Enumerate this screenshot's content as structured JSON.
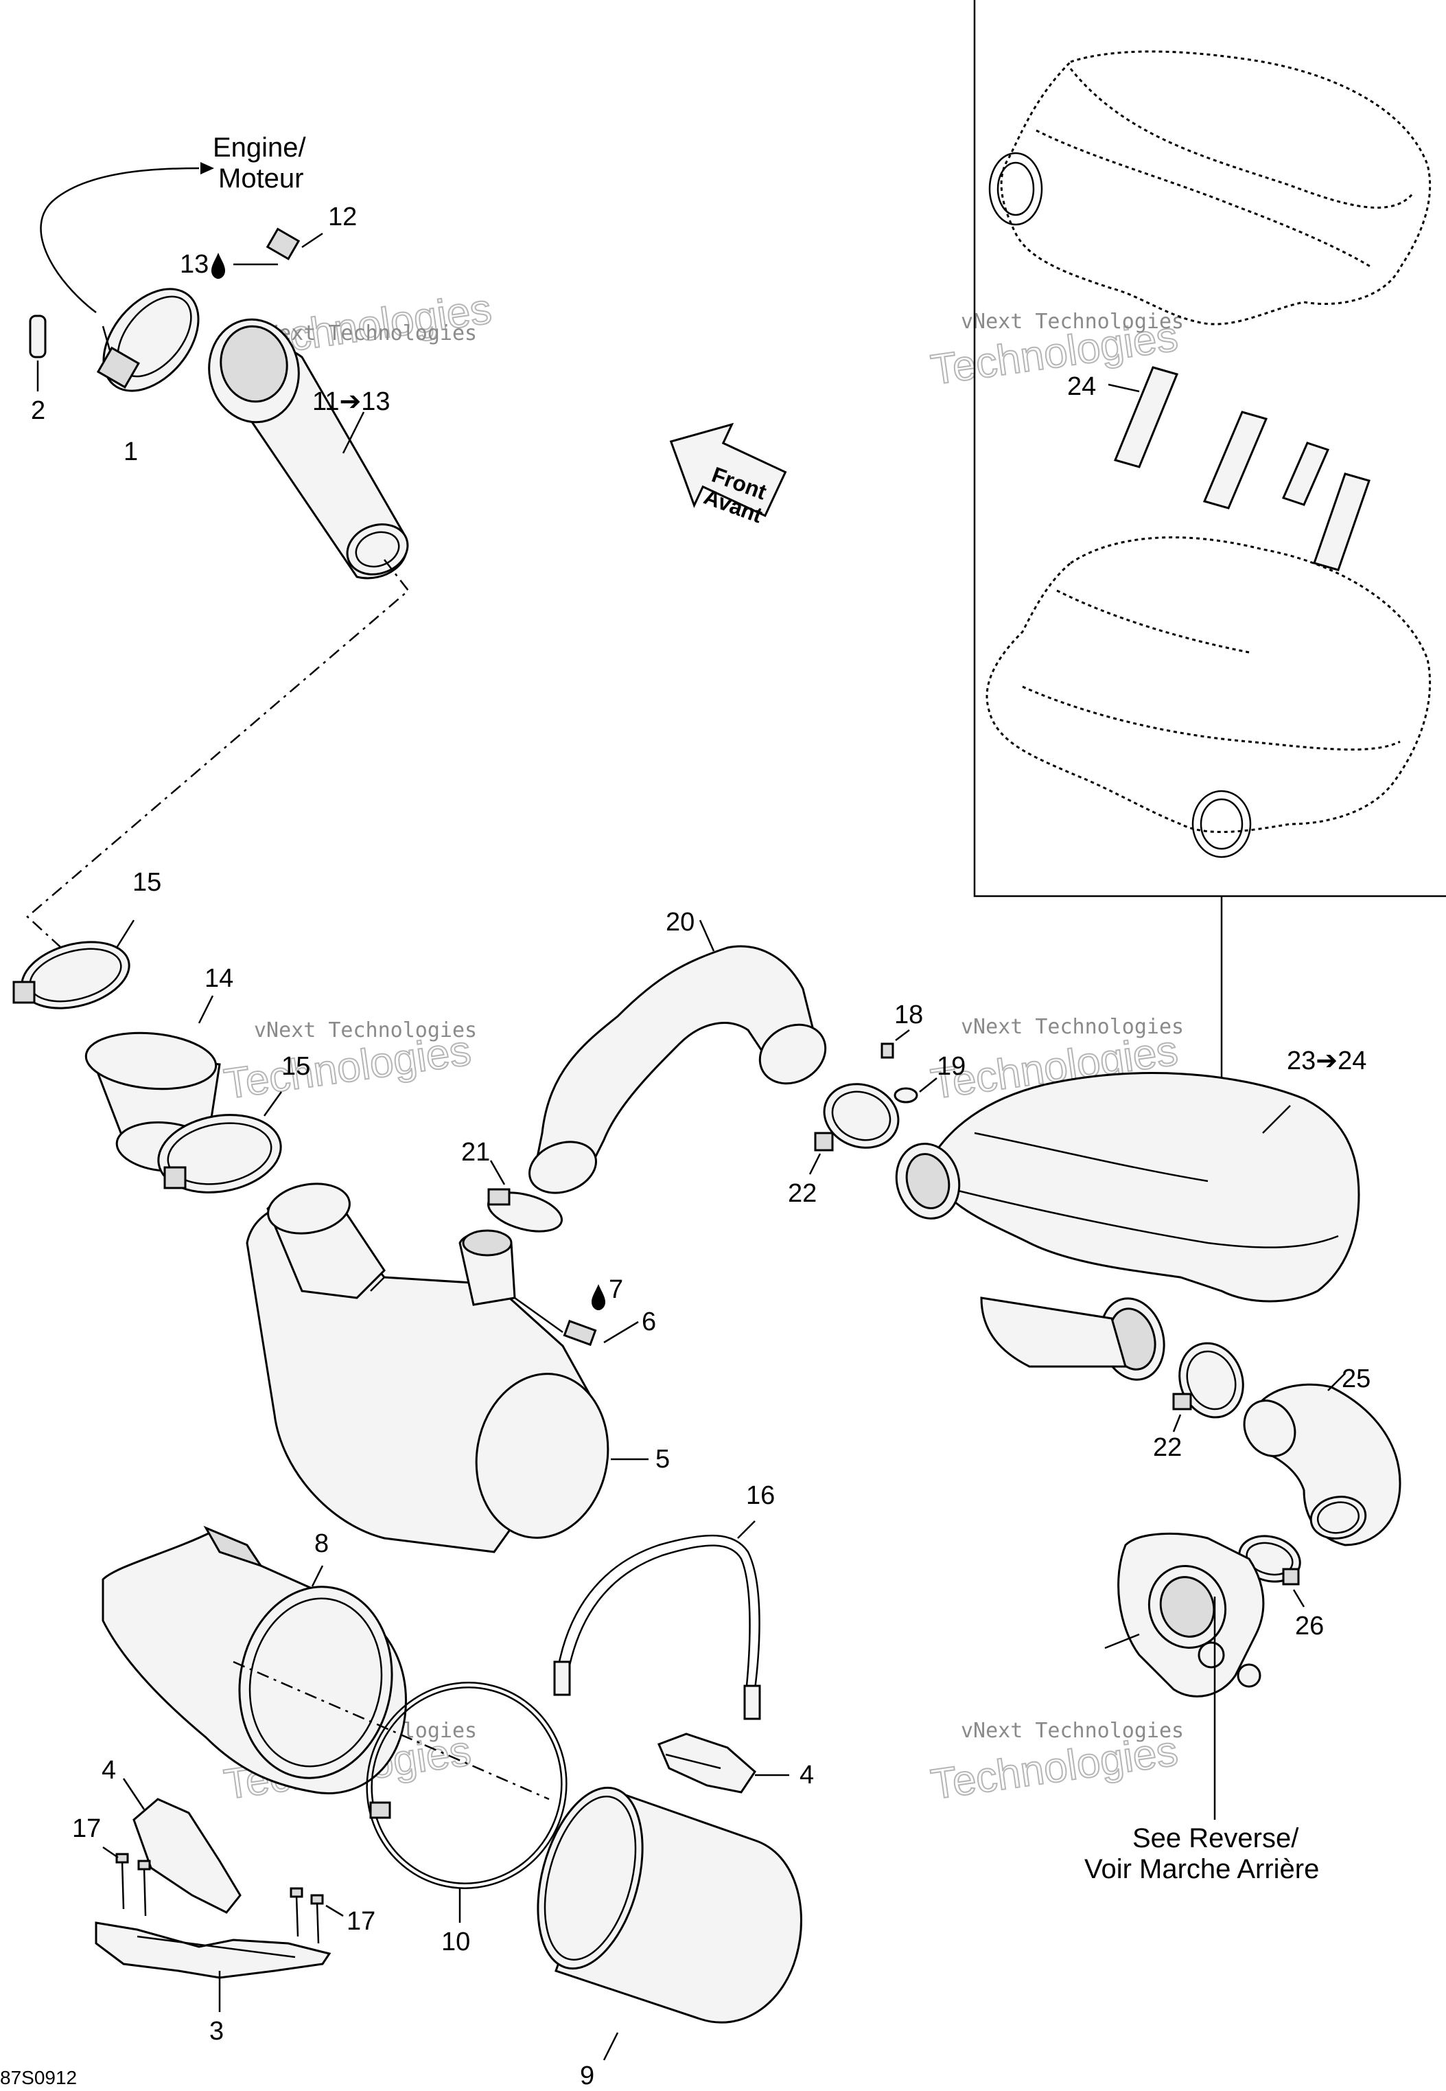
{
  "diagram": {
    "engine_label_line1": "Engine/",
    "engine_label_line2": "Moteur",
    "front_line1": "Front",
    "front_line2": "Avant",
    "see_reverse_line1": "See Reverse/",
    "see_reverse_line2": "Voir Marche Arrière",
    "figure_code": "87S0912",
    "watermark_line1": "vNext Technologies",
    "watermark_line2": "Technologies"
  },
  "callouts": {
    "p1": "1",
    "p2": "2",
    "p3": "3",
    "p4a": "4",
    "p4b": "4",
    "p5": "5",
    "p6": "6",
    "p7": "7",
    "p8": "8",
    "p9": "9",
    "p10": "10",
    "p11": "11➔13",
    "p12": "12",
    "p13": "13",
    "p14": "14",
    "p15a": "15",
    "p15b": "15",
    "p16": "16",
    "p17a": "17",
    "p17b": "17",
    "p18": "18",
    "p19": "19",
    "p20": "20",
    "p21": "21",
    "p22a": "22",
    "p22b": "22",
    "p23": "23➔24",
    "p24": "24",
    "p25": "25",
    "p26": "26"
  }
}
